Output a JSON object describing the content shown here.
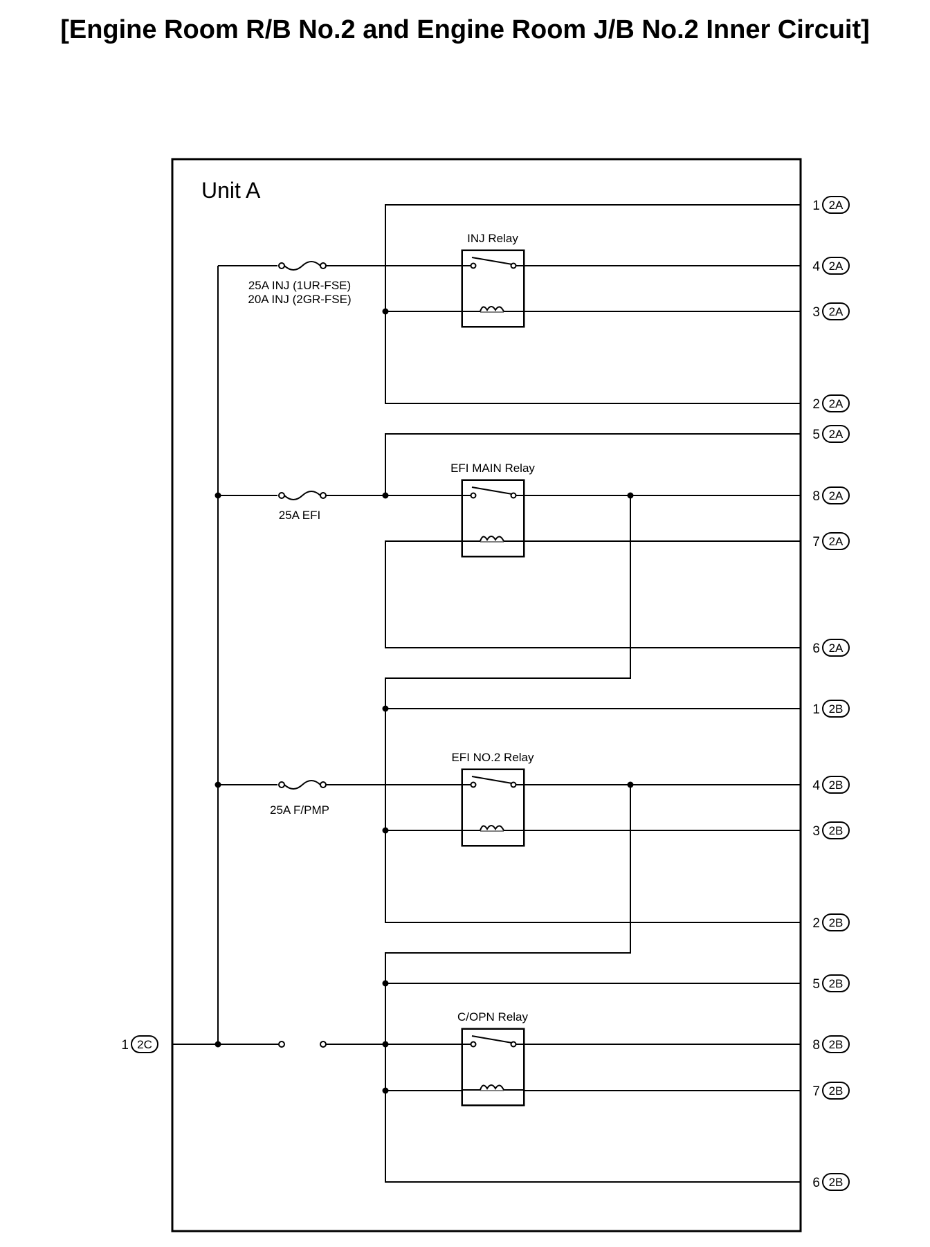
{
  "title": "[Engine Room R/B No.2 and Engine Room J/B No.2 Inner Circuit]",
  "unit_label": "Unit A",
  "relays": [
    {
      "label": "INJ Relay"
    },
    {
      "label": "EFI MAIN Relay"
    },
    {
      "label": "EFI NO.2 Relay"
    },
    {
      "label": "C/OPN Relay"
    }
  ],
  "fuses": [
    {
      "label_lines": [
        "25A INJ (1UR-FSE)",
        "20A INJ (2GR-FSE)"
      ]
    },
    {
      "label_lines": [
        "25A EFI"
      ]
    },
    {
      "label_lines": [
        "25A F/PMP"
      ]
    }
  ],
  "terminals_right": [
    {
      "pin": "1",
      "connector": "2A"
    },
    {
      "pin": "4",
      "connector": "2A"
    },
    {
      "pin": "3",
      "connector": "2A"
    },
    {
      "pin": "2",
      "connector": "2A"
    },
    {
      "pin": "5",
      "connector": "2A"
    },
    {
      "pin": "8",
      "connector": "2A"
    },
    {
      "pin": "7",
      "connector": "2A"
    },
    {
      "pin": "6",
      "connector": "2A"
    },
    {
      "pin": "1",
      "connector": "2B"
    },
    {
      "pin": "4",
      "connector": "2B"
    },
    {
      "pin": "3",
      "connector": "2B"
    },
    {
      "pin": "2",
      "connector": "2B"
    },
    {
      "pin": "5",
      "connector": "2B"
    },
    {
      "pin": "8",
      "connector": "2B"
    },
    {
      "pin": "7",
      "connector": "2B"
    },
    {
      "pin": "6",
      "connector": "2B"
    }
  ],
  "terminal_left": {
    "pin": "1",
    "connector": "2C"
  }
}
